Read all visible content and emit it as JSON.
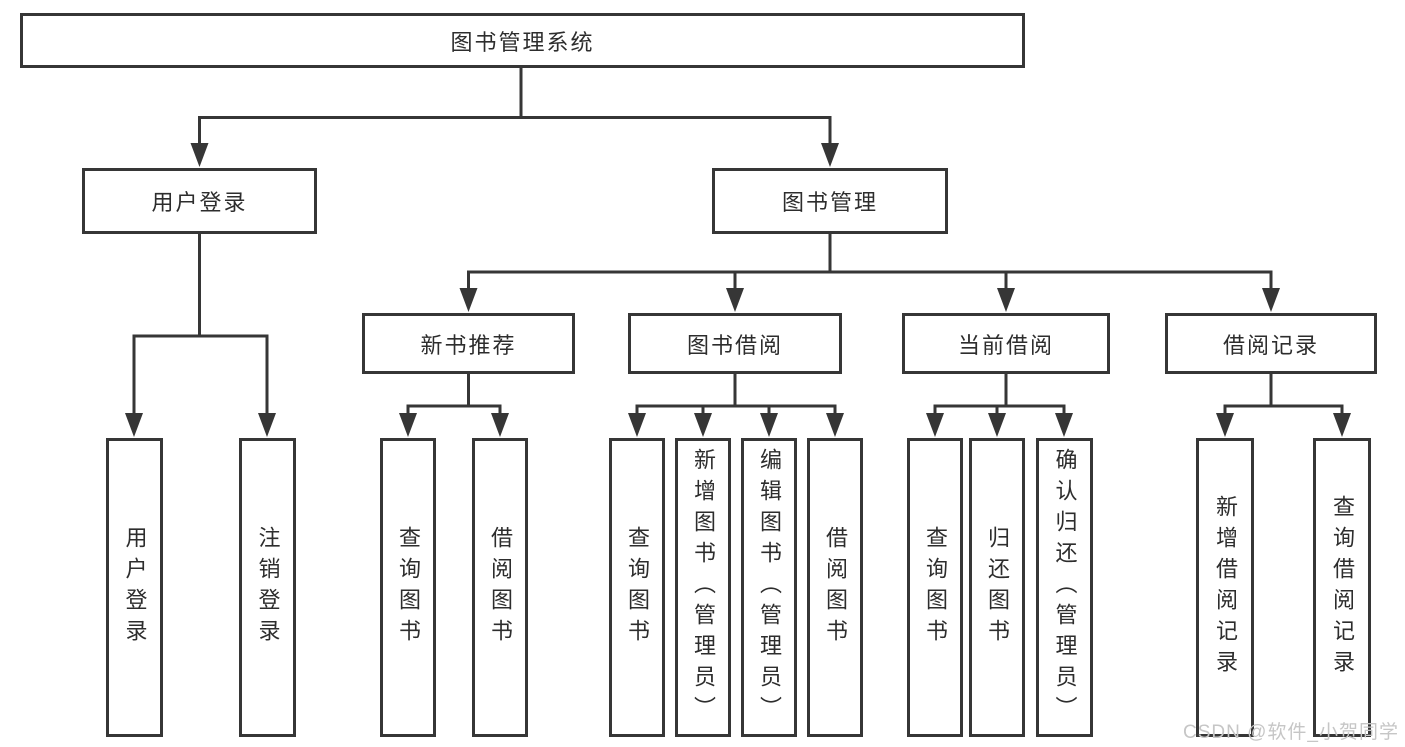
{
  "diagram": {
    "root": {
      "label": "图书管理系统"
    },
    "level2": [
      {
        "label": "用户登录",
        "leaves": [
          "用户登录",
          "注销登录"
        ]
      },
      {
        "label": "图书管理",
        "level3": [
          {
            "label": "新书推荐",
            "leaves": [
              "查询图书",
              "借阅图书"
            ]
          },
          {
            "label": "图书借阅",
            "leaves": [
              "查询图书",
              "新增图书（管理员）",
              "编辑图书（管理员）",
              "借阅图书"
            ]
          },
          {
            "label": "当前借阅",
            "leaves": [
              "查询图书",
              "归还图书",
              "确认归还（管理员）"
            ]
          },
          {
            "label": "借阅记录",
            "leaves": [
              "新增借阅记录",
              "查询借阅记录"
            ]
          }
        ]
      }
    ]
  },
  "watermark": {
    "text": "CSDN @软件_小贺同学"
  },
  "colors": {
    "line": "#363636",
    "text": "#2d2d2d",
    "background": "#ffffff",
    "watermark": "#c6c6c6"
  }
}
